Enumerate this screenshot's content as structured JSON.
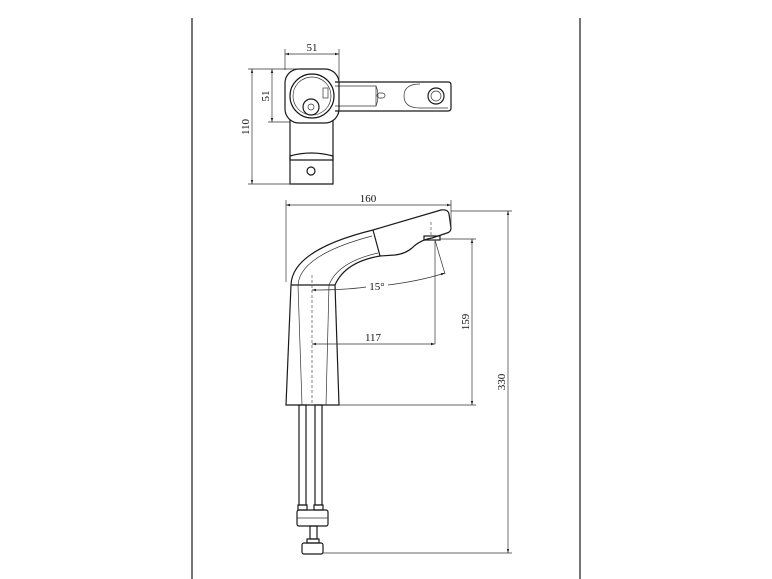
{
  "drawing": {
    "top_view": {
      "width_label": "51",
      "head_height_label": "51",
      "depth_label": "110"
    },
    "side_view": {
      "overall_width_label": "160",
      "angle_label": "15°",
      "reach_label": "117",
      "spout_height_label": "159",
      "overall_height_label": "330"
    },
    "line_color": "#1a1a1a"
  }
}
